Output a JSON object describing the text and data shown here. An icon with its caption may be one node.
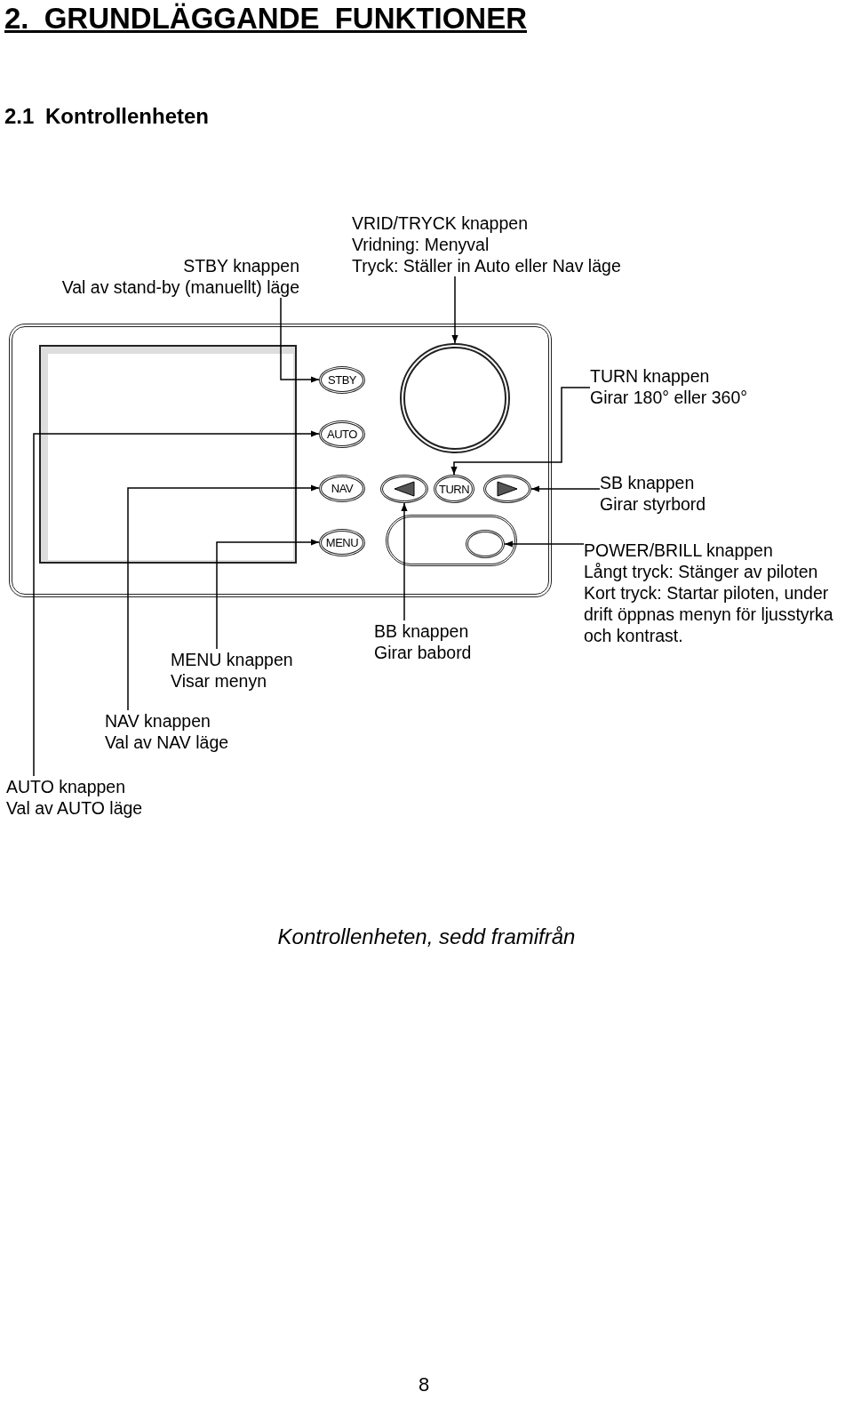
{
  "diagram": {
    "title": "2. GRUNDLÄGGANDE FUNKTIONER",
    "caption": "Kontrollenheten, sedd framifrån",
    "nodes": [
      {
        "text": [
          "STBY knappen",
          "Val av stand-by (manuellt) läge"
        ]
      },
      {
        "text": [
          "VRID/TRYCK knappen",
          "Vridning: Menyval",
          "Tryck: Ställer in Auto eller Nav läge"
        ]
      },
      {
        "text": [
          "TURN knappen",
          "Girar 180° eller 360°"
        ]
      },
      {
        "text": [
          "SB knappen",
          "Girar styrbord"
        ]
      },
      {
        "text": [
          "POWER/BRILL knappen",
          "Långt tryck: Stänger av piloten",
          "Kort tryck: Startar piloten, under drift öppnas menyn för ljusstyrka och kontrast."
        ]
      },
      {
        "text": [
          "BB knappen",
          "Girar babord"
        ]
      },
      {
        "text": [
          "MENU knappen",
          "Visar menyn"
        ]
      },
      {
        "text": [
          "NAV knappen",
          "Val av NAV läge"
        ]
      },
      {
        "text": [
          "AUTO knappen",
          "Val av AUTO läge"
        ]
      },
      {
        "text": [],
        "shape": "box"
      },
      {
        "text": [
          "STBY"
        ],
        "in": 9
      },
      {
        "text": [
          "AUTO"
        ],
        "in": 9
      },
      {
        "text": [
          "NAV"
        ],
        "in": 9
      },
      {
        "text": [
          "MENU"
        ],
        "in": 9
      },
      {
        "text": [],
        "shape": "circle",
        "in": 9
      },
      {
        "text": [],
        "shape": "ellipse",
        "in": 9
      },
      {
        "text": [
          "TURN"
        ],
        "in": 9
      },
      {
        "text": [],
        "shape": "ellipse",
        "in": 9
      },
      {
        "text": [],
        "shape": "ellipse",
        "in": 9
      }
    ],
    "edges": [
      {
        "from": 0,
        "to": 10,
        "arrow": "to"
      },
      {
        "from": 1,
        "to": 14,
        "arrow": "to"
      },
      {
        "from": 2,
        "to": 16,
        "arrow": "to"
      },
      {
        "from": 3,
        "to": 17,
        "arrow": "to"
      },
      {
        "from": 4,
        "to": 18,
        "arrow": "to"
      },
      {
        "from": 5,
        "to": 15,
        "arrow": "to"
      },
      {
        "from": 6,
        "to": 13,
        "arrow": "to"
      },
      {
        "from": 7,
        "to": 12,
        "arrow": "to"
      },
      {
        "from": 8,
        "to": 11,
        "arrow": "to"
      }
    ],
    "labels": [
      "2.1 Kontrollenheten",
      "8"
    ]
  }
}
